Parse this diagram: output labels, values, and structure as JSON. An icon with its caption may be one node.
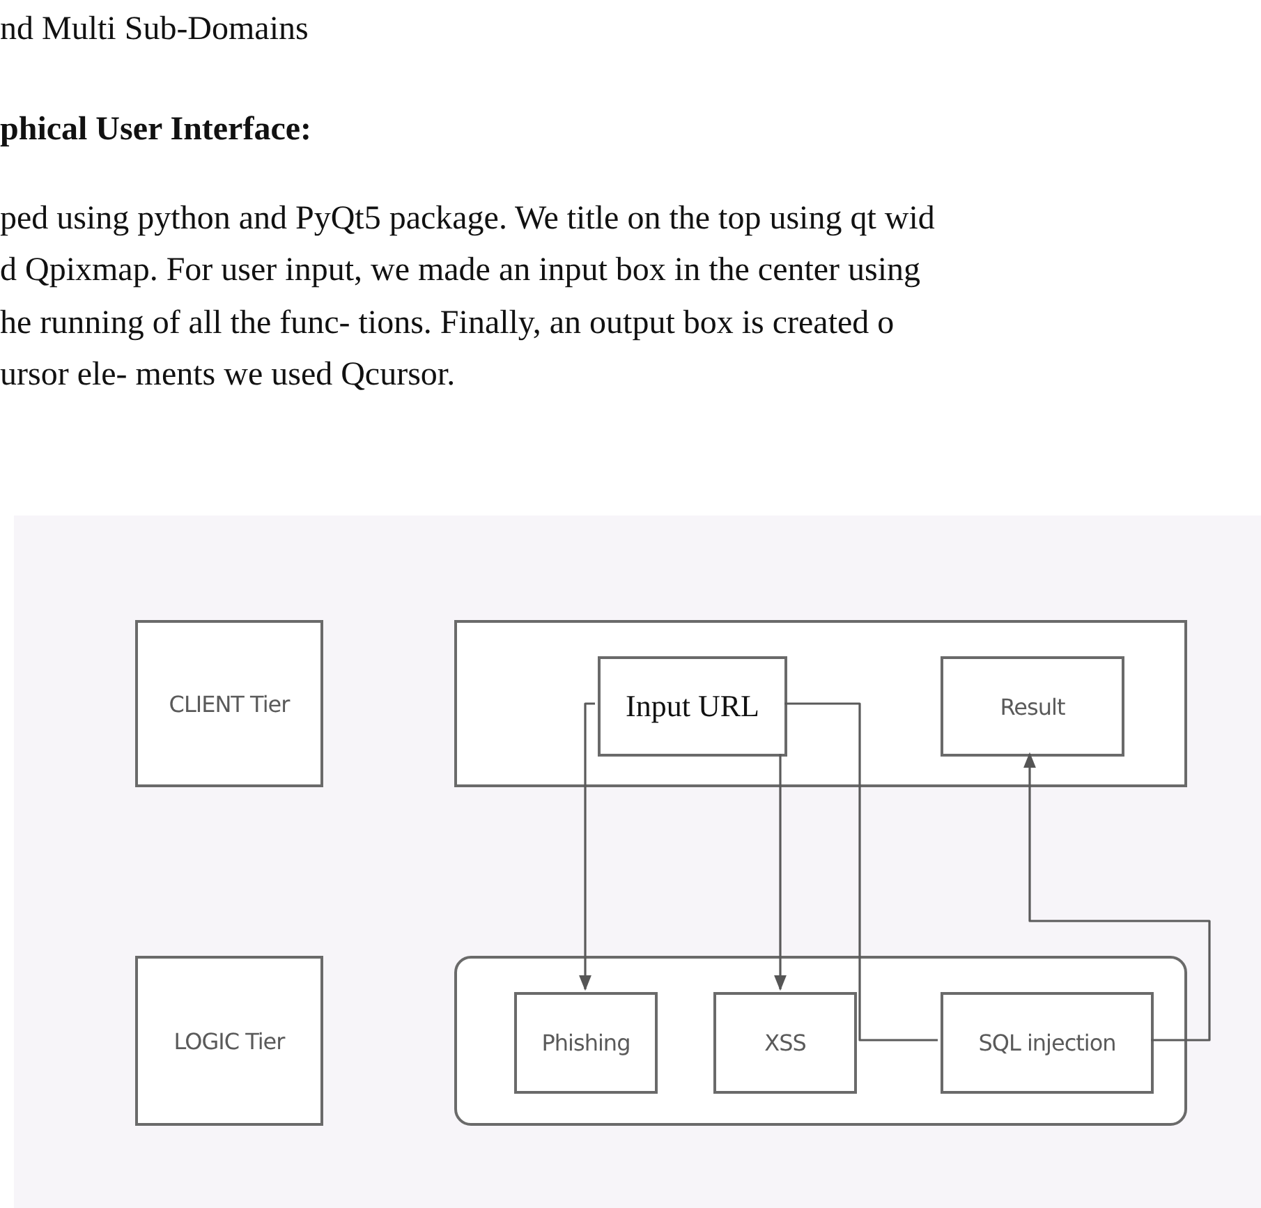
{
  "diagram": {
    "nodes": [
      {
        "text": [
          "CLIENT Tier"
        ]
      },
      {
        "text": [],
        "shape": "box"
      },
      {
        "text": [
          "Input URL"
        ],
        "in": 1
      },
      {
        "text": [
          "Result"
        ],
        "in": 1
      },
      {
        "text": [
          "LOGIC Tier"
        ]
      },
      {
        "text": [],
        "shape": "box"
      },
      {
        "text": [
          "Phishing"
        ],
        "in": 5
      },
      {
        "text": [
          "XSS"
        ],
        "in": 5
      },
      {
        "text": [
          "SQL injection"
        ],
        "in": 5
      }
    ],
    "edges": [
      {
        "from": 2,
        "to": 6,
        "arrow": "to"
      },
      {
        "from": 2,
        "to": 7,
        "arrow": "to"
      },
      {
        "from": 2,
        "to": 8,
        "arrow": "none"
      },
      {
        "from": 8,
        "to": 3,
        "arrow": "to"
      }
    ],
    "labels": [
      "nd Multi Sub-Domains",
      "phical User Interface:",
      "ped using python and PyQt5 package. We title on the top using qt wid",
      "d Qpixmap. For user input, we made an input box in the center using",
      "he running of all the func- tions. Finally, an output box is created o",
      "ursor ele- ments we used Qcursor."
    ]
  }
}
